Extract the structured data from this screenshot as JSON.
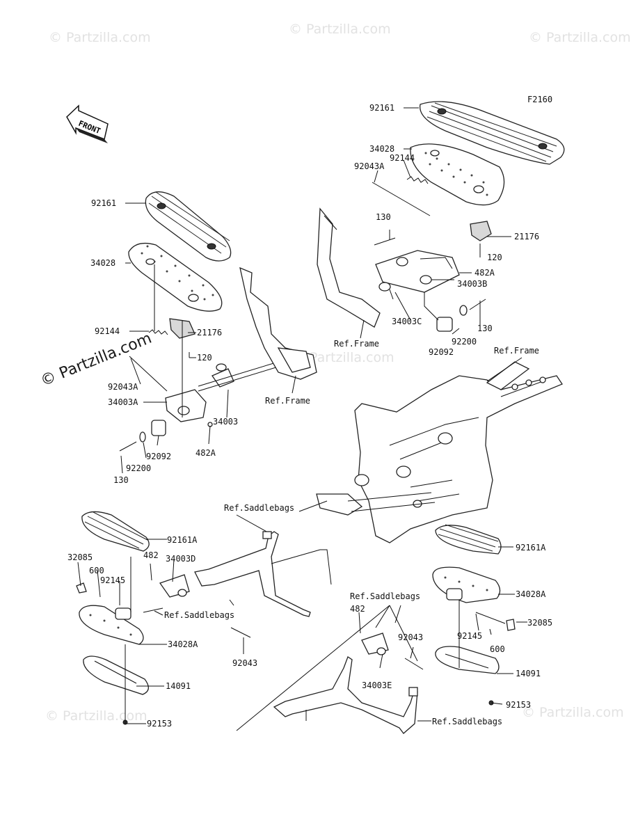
{
  "watermark": "© Partzilla.com",
  "figure_code": "F2160",
  "front_label": "FRONT",
  "labels": {
    "l92161_top": "92161",
    "l34028_top": "34028",
    "l92043A_top": "92043A",
    "l92144_top": "92144",
    "l130_topa": "130",
    "l21176_top": "21176",
    "l120_top": "120",
    "l482A_top": "482A",
    "l34003B": "34003B",
    "l34003C": "34003C",
    "l130_topb": "130",
    "l92200_top": "92200",
    "l92092_top": "92092",
    "ref_frame_a": "Ref.Frame",
    "ref_frame_b": "Ref.Frame",
    "ref_frame_c": "Ref.Frame",
    "l92161_left": "92161",
    "l34028_left": "34028",
    "l92144_left": "92144",
    "l21176_left": "21176",
    "l120_left": "120",
    "l92043A_left": "92043A",
    "l34003A": "34003A",
    "l34003": "34003",
    "l482A_left": "482A",
    "l92092_left": "92092",
    "l92200_left": "92200",
    "l130_left": "130",
    "ref_saddle_a": "Ref.Saddlebags",
    "l92161A_left": "92161A",
    "l32085_left": "32085",
    "l600_left": "600",
    "l92145_left": "92145",
    "l482_left": "482",
    "l34003D": "34003D",
    "ref_saddle_b": "Ref.Saddlebags",
    "l34028A_left": "34028A",
    "l92043_left": "92043",
    "l14091_left": "14091",
    "l92153_left": "92153",
    "ref_saddle_c": "Ref.Saddlebags",
    "l482_right": "482",
    "l92043_right": "92043",
    "l34003E": "34003E",
    "ref_saddle_d": "Ref.Saddlebags",
    "l92161A_right": "92161A",
    "l34028A_right": "34028A",
    "l32085_right": "32085",
    "l92145_right": "92145",
    "l600_right": "600",
    "l14091_right": "14091",
    "l92153_right": "92153"
  }
}
